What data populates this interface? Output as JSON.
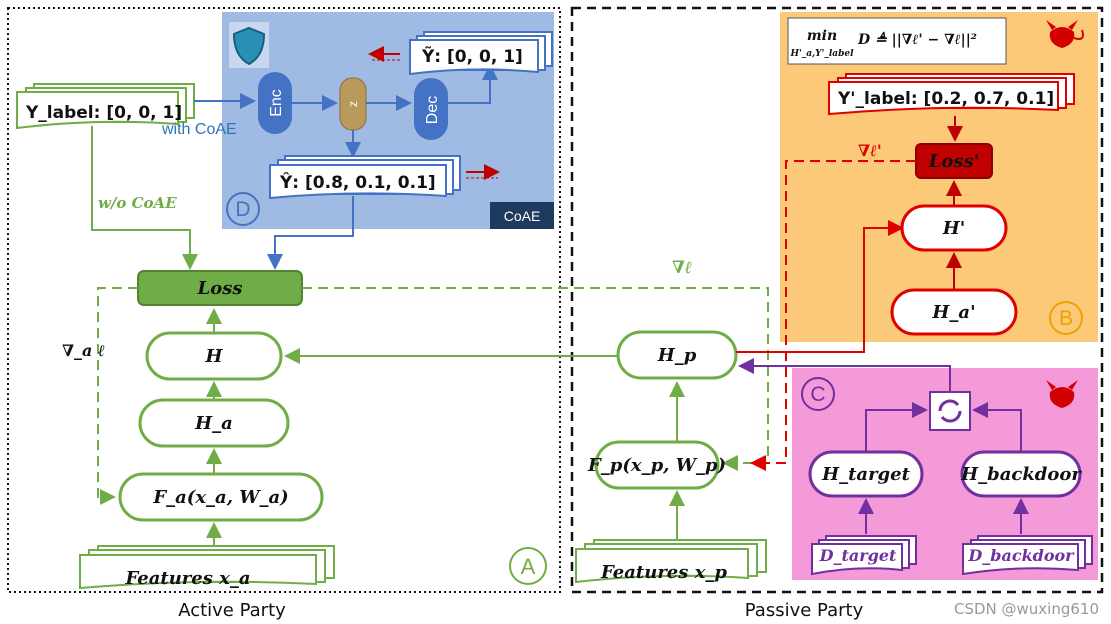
{
  "labels": {
    "active_party": "Active Party",
    "passive_party": "Passive Party",
    "panel_a": "A",
    "panel_b": "B",
    "panel_c": "C",
    "panel_d": "D",
    "coae_tag": "CoAE",
    "enc": "Enc",
    "dec": "Dec",
    "z": "z",
    "with_coae": "with CoAE",
    "wo_coae": "w/o CoAE",
    "y_label": "Y_label: [0, 0, 1]",
    "y_tilde": "Ỹ: [0, 0, 1]",
    "y_hat": "Ŷ: [0.8, 0.1, 0.1]",
    "loss": "Loss",
    "h": "H",
    "h_a": "H_a",
    "f_a": "F_a(x_a, W_a)",
    "features_a": "Features x_a",
    "grad_a": "∇_a ℓ",
    "grad": "∇ℓ",
    "h_p": "H_p",
    "f_p": "F_p(x_p, W_p)",
    "features_p": "Features x_p",
    "formula_min": "min",
    "formula_sub": "H'_a,Y'_label",
    "formula_body": "D ≜ ||∇ℓ' − ∇ℓ||²",
    "y_prime_label": "Y'_label: [0.2, 0.7, 0.1]",
    "loss_prime": "Loss'",
    "grad_prime": "∇ℓ'",
    "h_prime": "H'",
    "h_a_prime": "H_a'",
    "h_target": "H_target",
    "h_backdoor": "H_backdoor",
    "d_target": "D_target",
    "d_backdoor": "D_backdoor",
    "watermark": "CSDN @wuxing610"
  },
  "colors": {
    "green": "#70ad47",
    "green_dark": "#548235",
    "blue": "#4472c4",
    "red": "#e00000",
    "dark_red": "#c00000",
    "purple": "#7030a0",
    "panel_b_bg": "#fbc978",
    "panel_c_bg": "#f59ad8",
    "panel_d_bg": "#9fbbe3"
  },
  "icons": [
    "shield-icon",
    "devil-icon",
    "cycle-icon"
  ]
}
